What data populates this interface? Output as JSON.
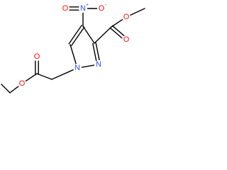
{
  "molecule": {
    "colors": {
      "bond": "#000000",
      "carbon": "#000000",
      "oxygen": "#ff0d0d",
      "nitrogen": "#3050f8"
    },
    "atoms": [
      {
        "id": "C_me1",
        "element": "C",
        "label": ""
      },
      {
        "id": "O_ester2",
        "element": "O",
        "label": "O"
      },
      {
        "id": "C_carb2",
        "element": "C",
        "label": ""
      },
      {
        "id": "O_carbonyl2",
        "element": "O",
        "label": "O"
      },
      {
        "id": "C3",
        "element": "C",
        "label": ""
      },
      {
        "id": "C4",
        "element": "C",
        "label": ""
      },
      {
        "id": "C5",
        "element": "C",
        "label": ""
      },
      {
        "id": "N1",
        "element": "N",
        "label": "N"
      },
      {
        "id": "N2",
        "element": "N",
        "label": "N"
      },
      {
        "id": "N_nitro",
        "element": "N",
        "label": "N",
        "charge": "+"
      },
      {
        "id": "O_nitro1",
        "element": "O",
        "label": "O",
        "charge": "-"
      },
      {
        "id": "O_nitro2",
        "element": "O",
        "label": "O"
      },
      {
        "id": "C_ch2",
        "element": "C",
        "label": ""
      },
      {
        "id": "C_carb1",
        "element": "C",
        "label": ""
      },
      {
        "id": "O_carbonyl1",
        "element": "O",
        "label": "O"
      },
      {
        "id": "O_ester1",
        "element": "O",
        "label": "O"
      },
      {
        "id": "C_et1",
        "element": "C",
        "label": ""
      },
      {
        "id": "C_et2",
        "element": "C",
        "label": ""
      }
    ],
    "bonds": [
      {
        "a": "C_me1",
        "b": "O_ester2",
        "order": 1
      },
      {
        "a": "O_ester2",
        "b": "C_carb2",
        "order": 1
      },
      {
        "a": "C_carb2",
        "b": "O_carbonyl2",
        "order": 2
      },
      {
        "a": "C_carb2",
        "b": "C3",
        "order": 1
      },
      {
        "a": "C3",
        "b": "C4",
        "order": 1
      },
      {
        "a": "C4",
        "b": "C5",
        "order": 2
      },
      {
        "a": "C5",
        "b": "N1",
        "order": 1
      },
      {
        "a": "N1",
        "b": "N2",
        "order": 1
      },
      {
        "a": "N2",
        "b": "C3",
        "order": 2
      },
      {
        "a": "C4",
        "b": "N_nitro",
        "order": 1
      },
      {
        "a": "N_nitro",
        "b": "O_nitro1",
        "order": 1
      },
      {
        "a": "N_nitro",
        "b": "O_nitro2",
        "order": 2
      },
      {
        "a": "N1",
        "b": "C_ch2",
        "order": 1
      },
      {
        "a": "C_ch2",
        "b": "C_carb1",
        "order": 1
      },
      {
        "a": "C_carb1",
        "b": "O_carbonyl1",
        "order": 2
      },
      {
        "a": "C_carb1",
        "b": "O_ester1",
        "order": 1
      },
      {
        "a": "O_ester1",
        "b": "C_et1",
        "order": 1
      },
      {
        "a": "C_et1",
        "b": "C_et2",
        "order": 1
      }
    ]
  }
}
